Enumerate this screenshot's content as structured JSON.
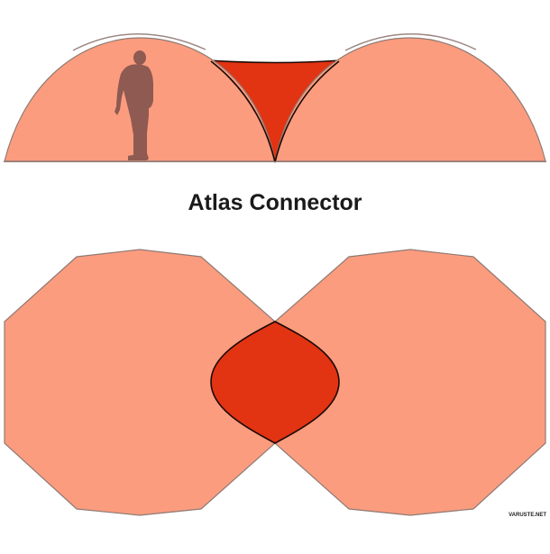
{
  "title": "Atlas Connector",
  "watermark": "VARUSTE.NET",
  "colors": {
    "tent_body": "#FC9C7E",
    "connector": "#E23313",
    "outline": "#8E7A74",
    "connector_outline": "#1A0A05",
    "person": "#8E5A52",
    "arc": "#9B8782",
    "background": "#FFFFFF"
  },
  "side_view": {
    "left_tent": "dome",
    "right_tent": "dome",
    "connector": "triangular connector canopy",
    "scale_figure": "person silhouette"
  },
  "top_view": {
    "left_tent": "decagon footprint",
    "right_tent": "decagon footprint",
    "connector": "lens-shaped connector footprint"
  }
}
